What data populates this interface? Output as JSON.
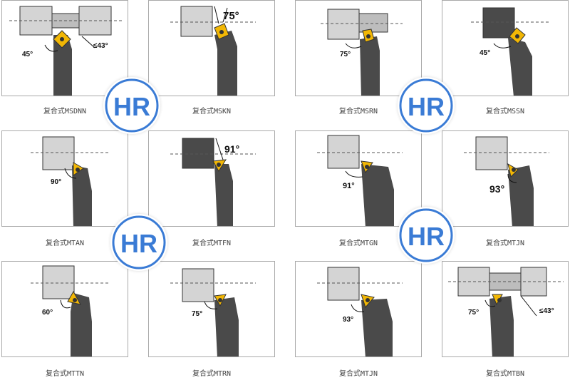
{
  "tools": [
    {
      "caption": "复合式MSDNN",
      "angles": [
        "45°",
        "≤43°"
      ]
    },
    {
      "caption": "复合式MSKN",
      "angles": [
        "75°"
      ]
    },
    {
      "caption": "复合式MSRN",
      "angles": [
        "75°"
      ]
    },
    {
      "caption": "复合式MSSN",
      "angles": [
        "45°"
      ]
    },
    {
      "caption": "复合式MTAN",
      "angles": [
        "90°"
      ]
    },
    {
      "caption": "复合式MTFN",
      "angles": [
        "91°"
      ]
    },
    {
      "caption": "复合式MTGN",
      "angles": [
        "91°"
      ]
    },
    {
      "caption": "复合式MTJN",
      "angles": [
        "93°"
      ]
    },
    {
      "caption": "复合式MTTN",
      "angles": [
        "60°"
      ]
    },
    {
      "caption": "复合式MTRN",
      "angles": [
        "75°"
      ]
    },
    {
      "caption": "复合式MTJN",
      "angles": [
        "93°"
      ]
    },
    {
      "caption": "复合式MTBN",
      "angles": [
        "75°",
        "≤43°"
      ]
    }
  ],
  "watermark": {
    "text": "HR",
    "color": "#3a7bd5"
  },
  "colors": {
    "holder": "#4a4a4a",
    "workpiece": "#d4d4d4",
    "insert": "#f2b705"
  }
}
